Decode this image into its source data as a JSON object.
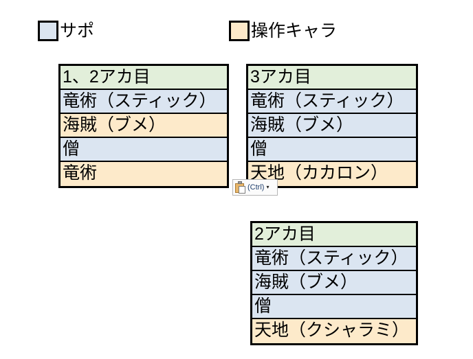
{
  "legend": {
    "items": [
      {
        "label": "サポ",
        "color": "#dbe5f1",
        "role": "support"
      },
      {
        "label": "操作キャラ",
        "color": "#fdeaca",
        "role": "player"
      }
    ]
  },
  "tables": [
    {
      "name": "table-1",
      "header": "1、2アカ目",
      "header_color": "#e2efda",
      "rows": [
        {
          "label": "竜術（スティック）",
          "role": "support"
        },
        {
          "label": "海賊（ブメ）",
          "role": "player"
        },
        {
          "label": "僧",
          "role": "support"
        },
        {
          "label": "竜術",
          "role": "player"
        }
      ]
    },
    {
      "name": "table-2",
      "header": "3アカ目",
      "header_color": "#e2efda",
      "rows": [
        {
          "label": "竜術（スティック）",
          "role": "support"
        },
        {
          "label": "海賊（ブメ）",
          "role": "support"
        },
        {
          "label": "僧",
          "role": "support"
        },
        {
          "label": "天地（カカロン）",
          "role": "player"
        }
      ]
    },
    {
      "name": "table-3",
      "header": "2アカ目",
      "header_color": "#e2efda",
      "rows": [
        {
          "label": "竜術（スティック）",
          "role": "support"
        },
        {
          "label": "海賊（ブメ）",
          "role": "support"
        },
        {
          "label": "僧",
          "role": "support"
        },
        {
          "label": "天地（クシャラミ）",
          "role": "player"
        }
      ]
    }
  ],
  "paste_options": {
    "icon": "clipboard-icon",
    "label": "(Ctrl)",
    "caret": "▾"
  },
  "colors": {
    "support": "#dbe5f1",
    "player": "#fdeaca",
    "header": "#e2efda",
    "border": "#000000"
  }
}
